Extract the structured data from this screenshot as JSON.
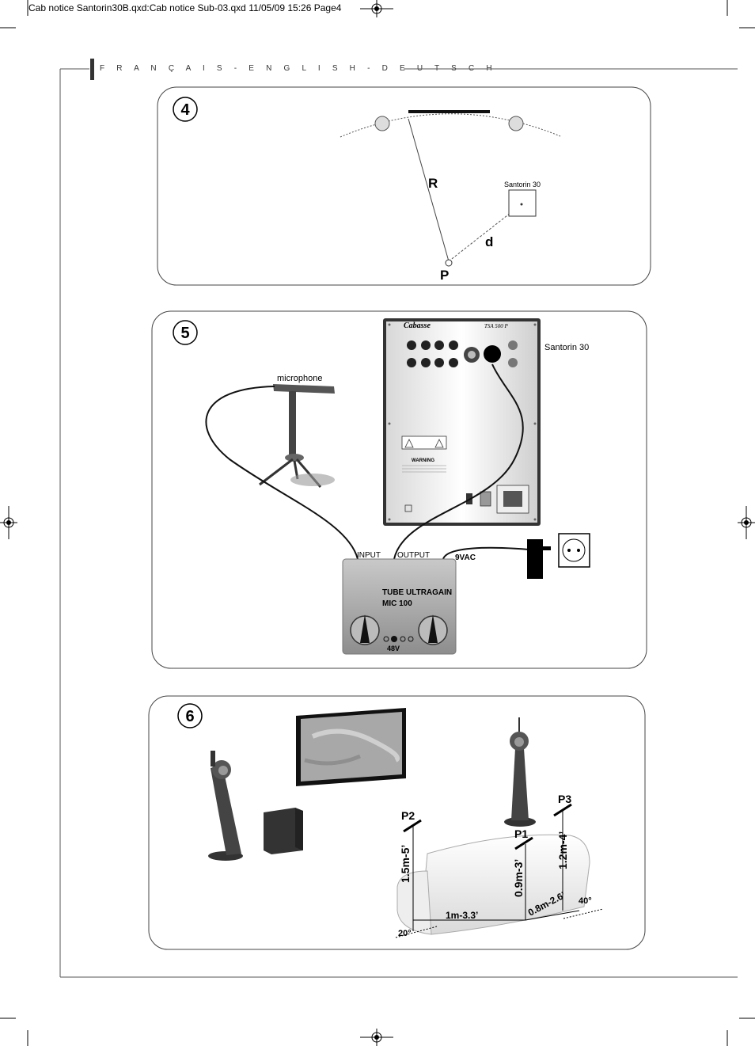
{
  "slug": {
    "file": "Cab notice Santorin30B.qxd:Cab notice Sub-03.qxd",
    "date": "11/05/09",
    "time": "15:26",
    "page": "Page4"
  },
  "header": {
    "languages": "F R A N Ç A I S  -  E N G L I S H  -  D E U T S C H"
  },
  "figure4": {
    "number": "4",
    "label_r": "R",
    "label_d": "d",
    "label_p": "P",
    "product": "Santorin 30"
  },
  "figure5": {
    "number": "5",
    "product": "Santorin 30",
    "microphone": "microphone",
    "input": "INPUT",
    "output": "OUTPUT",
    "power": "9VAC",
    "preamp_line1": "TUBE ULTRAGAIN",
    "preamp_line2": "MIC 100",
    "phantom": "48V",
    "panel_brand": "Cabasse",
    "panel_model": "TSA 500 P",
    "panel_warning": "WARNING"
  },
  "figure6": {
    "number": "6",
    "p1": "P1",
    "p2": "P2",
    "p3": "P3",
    "h_p2": "1.5m-5’",
    "h_p1": "0.9m-3’",
    "h_p3": "1.2m-4’",
    "d_width": "1m-3.3’",
    "d_diag": "0.8m-2.6’",
    "angle_left": "20°",
    "angle_right": "40°"
  }
}
